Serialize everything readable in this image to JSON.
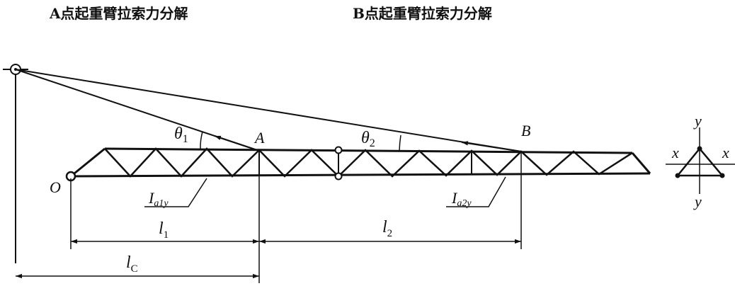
{
  "titles": {
    "left": "A点起重臂拉索力分解",
    "right": "B点起重臂拉索力分解"
  },
  "labels": {
    "point_a": "A",
    "point_b": "B",
    "origin": "O",
    "theta1_symbol": "θ",
    "theta1_sub": "1",
    "theta2_symbol": "θ",
    "theta2_sub": "2",
    "ia1y_main": "I",
    "ia1y_sub": "a1y",
    "ia2y_main": "I",
    "ia2y_sub": "a2y",
    "l1_main": "l",
    "l1_sub": "1",
    "l2_main": "l",
    "l2_sub": "2",
    "lc_main": "l",
    "lc_sub": "C",
    "axis_y_top": "y",
    "axis_y_bottom": "y",
    "axis_x_left": "x",
    "axis_x_right": "x"
  },
  "colors": {
    "ink": "#111111",
    "background": "#ffffff"
  }
}
